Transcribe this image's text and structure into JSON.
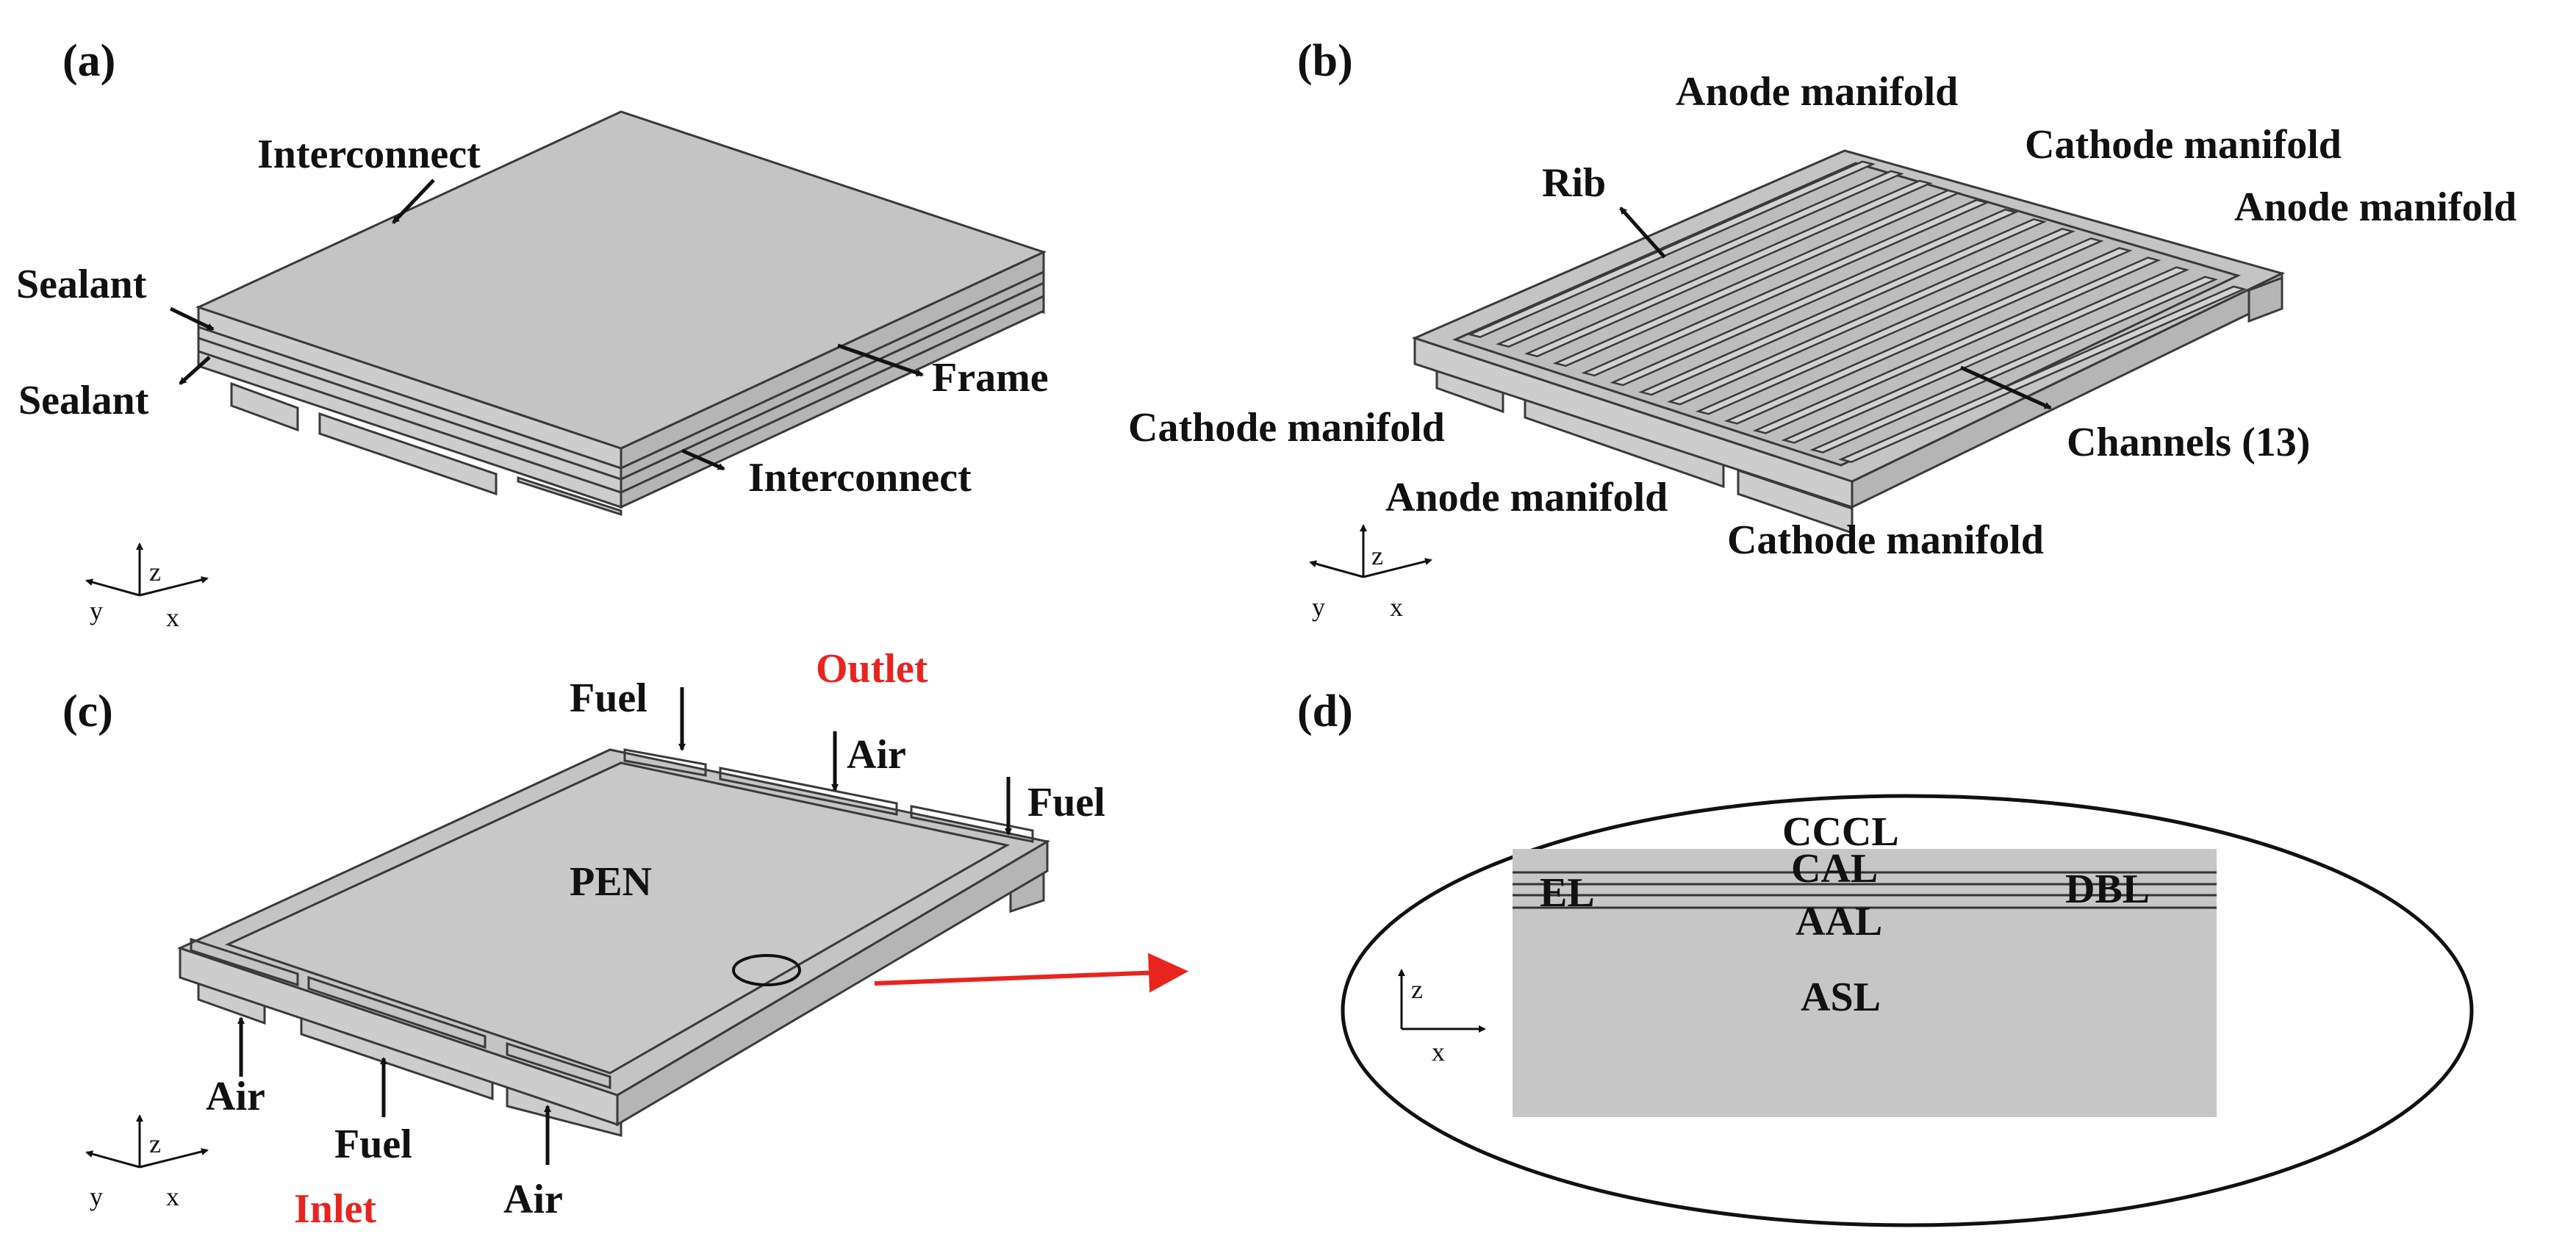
{
  "panels": {
    "a": {
      "tag": "(a)",
      "labels": {
        "interconnect_top": "Interconnect",
        "sealant_1": "Sealant",
        "sealant_2": "Sealant",
        "frame": "Frame",
        "interconnect_bottom": "Interconnect"
      }
    },
    "b": {
      "tag": "(b)",
      "labels": {
        "anode_manifold_top": "Anode manifold",
        "cathode_manifold_top": "Cathode manifold",
        "anode_manifold_right": "Anode manifold",
        "rib": "Rib",
        "cathode_manifold_left": "Cathode manifold",
        "channels": "Channels (13)",
        "anode_manifold_bottom": "Anode manifold",
        "cathode_manifold_bottom": "Cathode manifold"
      }
    },
    "c": {
      "tag": "(c)",
      "labels": {
        "outlet": "Outlet",
        "fuel_top_left": "Fuel",
        "air_top": "Air",
        "fuel_top_right": "Fuel",
        "pen": "PEN",
        "air_bottom_left": "Air",
        "fuel_bottom": "Fuel",
        "air_bottom_right": "Air",
        "inlet": "Inlet"
      }
    },
    "d": {
      "tag": "(d)",
      "labels": {
        "cccl": "CCCL",
        "cal": "CAL",
        "el": "EL",
        "dbl": "DBL",
        "aal": "AAL",
        "asl": "ASL"
      }
    }
  },
  "axes": {
    "z": "z",
    "y": "y",
    "x": "x"
  },
  "colors": {
    "highlight": "#e8241f",
    "text": "#111111",
    "surface": "#c4c4c4"
  }
}
